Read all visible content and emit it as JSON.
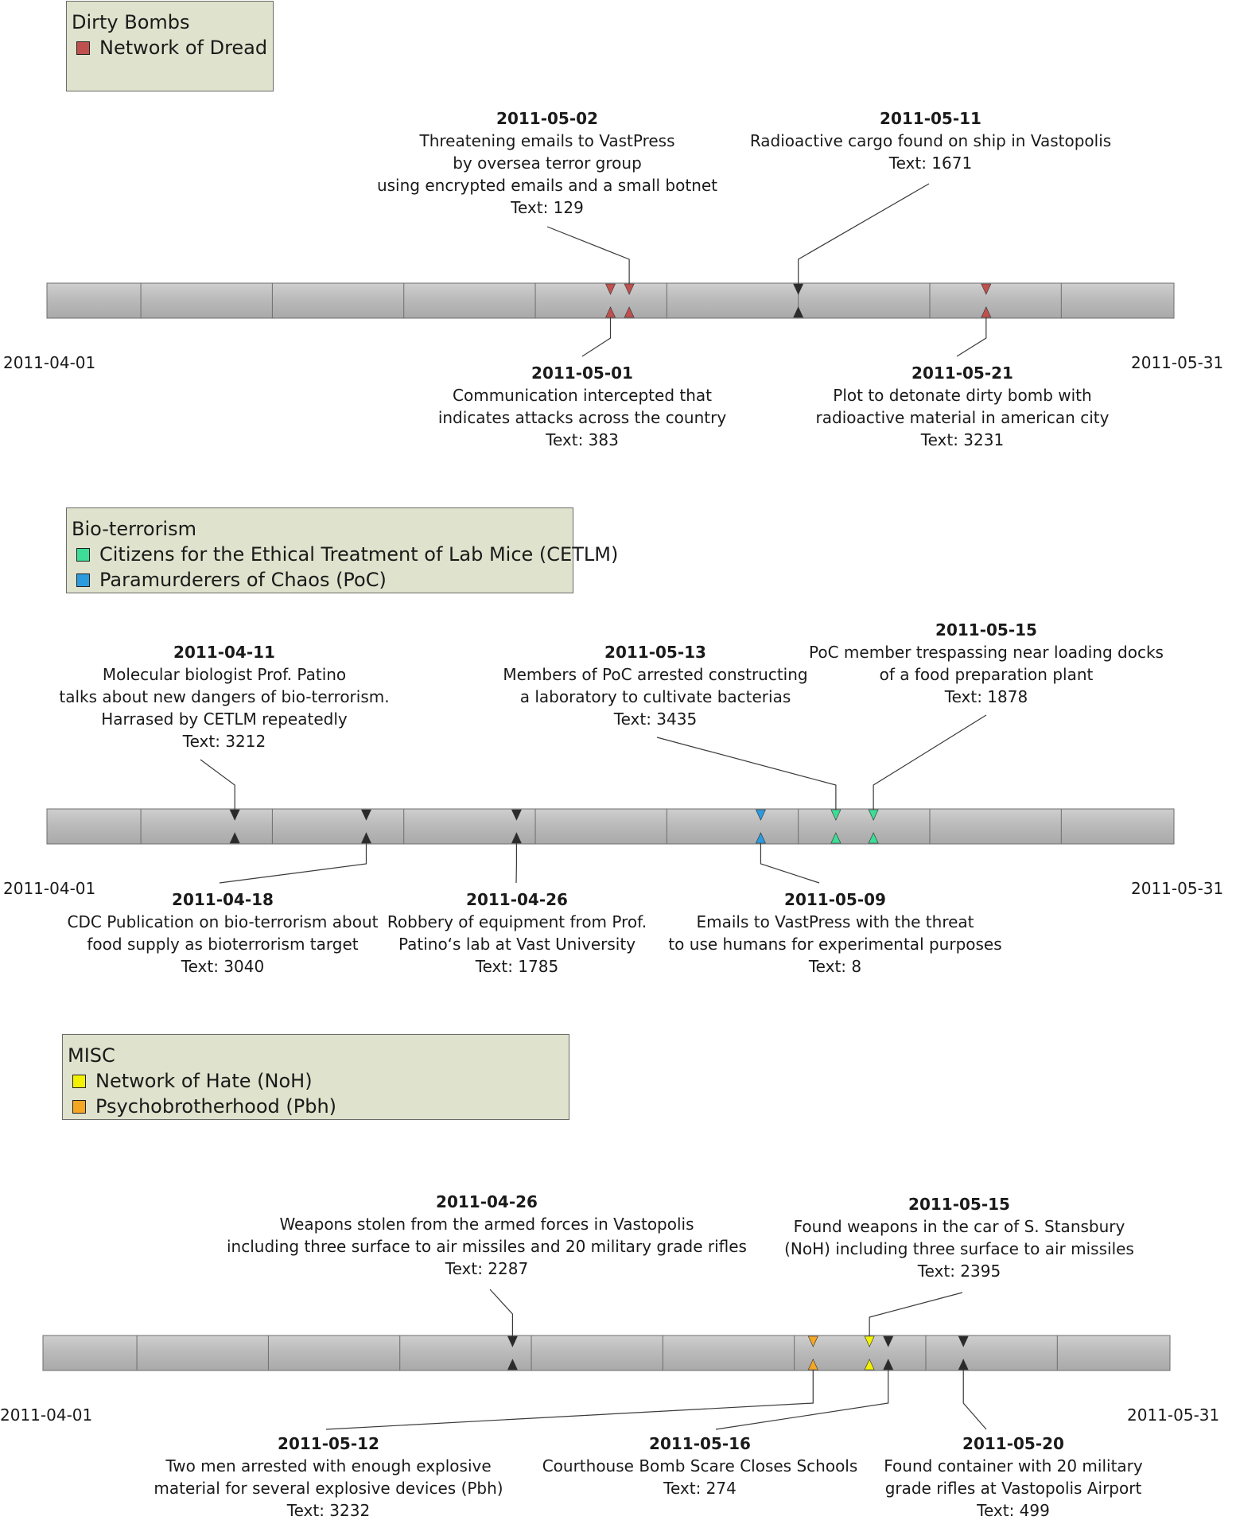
{
  "range": {
    "start_label": "2011-04-01",
    "end_label": "2011-05-31"
  },
  "colors": {
    "dirty_bomb": "#c0504d",
    "cetlm": "#3ddc97",
    "poc": "#2b9be0",
    "noh": "#f2f200",
    "pbh": "#f5a623",
    "neutral": "#2b2b2b"
  },
  "panels": [
    {
      "legend": {
        "title": "Dirty Bombs",
        "items": [
          {
            "label": "Network of Dread",
            "color": "#c0504d"
          }
        ]
      },
      "markers": [
        {
          "date": "2011-05-01",
          "color": "#c0504d"
        },
        {
          "date": "2011-05-02",
          "color": "#c0504d"
        },
        {
          "date": "2011-05-11",
          "color": "#2b2b2b"
        },
        {
          "date": "2011-05-21",
          "color": "#c0504d"
        }
      ],
      "events": [
        {
          "date": "2011-05-02",
          "lines": [
            "Threatening emails to VastPress",
            "by oversea terror group",
            "using encrypted emails and a small botnet",
            "Text: 129"
          ]
        },
        {
          "date": "2011-05-11",
          "lines": [
            "Radioactive cargo found on ship in Vastopolis",
            "Text: 1671"
          ]
        },
        {
          "date": "2011-05-01",
          "lines": [
            "Communication intercepted that",
            "indicates attacks across the country",
            "Text: 383"
          ]
        },
        {
          "date": "2011-05-21",
          "lines": [
            "Plot to detonate dirty bomb with",
            "radioactive material in american city",
            "Text: 3231"
          ]
        }
      ]
    },
    {
      "legend": {
        "title": "Bio-terrorism",
        "items": [
          {
            "label": "Citizens for the Ethical Treatment of Lab Mice (CETLM)",
            "color": "#3ddc97"
          },
          {
            "label": "Paramurderers of Chaos (PoC)",
            "color": "#2b9be0"
          }
        ]
      },
      "markers": [
        {
          "date": "2011-04-11",
          "color": "#2b2b2b"
        },
        {
          "date": "2011-04-18",
          "color": "#2b2b2b"
        },
        {
          "date": "2011-04-26",
          "color": "#2b2b2b"
        },
        {
          "date": "2011-05-09",
          "color": "#2b9be0"
        },
        {
          "date": "2011-05-13",
          "color": "#3ddc97"
        },
        {
          "date": "2011-05-15",
          "color": "#3ddc97"
        }
      ],
      "events": [
        {
          "date": "2011-04-11",
          "lines": [
            "Molecular biologist Prof. Patino",
            "talks about new dangers of bio-terrorism.",
            "Harrased by CETLM repeatedly",
            "Text: 3212"
          ]
        },
        {
          "date": "2011-05-13",
          "lines": [
            "Members of PoC arrested constructing",
            "a laboratory to cultivate bacterias",
            "Text: 3435"
          ]
        },
        {
          "date": "2011-05-15",
          "lines": [
            "PoC member trespassing near loading docks",
            "of a food preparation plant",
            "Text: 1878"
          ]
        },
        {
          "date": "2011-04-18",
          "lines": [
            "CDC Publication on bio-terrorism about",
            "food supply as bioterrorism target",
            "Text: 3040"
          ]
        },
        {
          "date": "2011-04-26",
          "lines": [
            "Robbery of equipment from Prof.",
            "Patino‘s lab at Vast University",
            "Text: 1785"
          ]
        },
        {
          "date": "2011-05-09",
          "lines": [
            "Emails to VastPress with the threat",
            "to use humans for experimental purposes",
            "Text: 8"
          ]
        }
      ]
    },
    {
      "legend": {
        "title": "MISC",
        "items": [
          {
            "label": "Network of Hate (NoH)",
            "color": "#f2f200"
          },
          {
            "label": "Psychobrotherhood (Pbh)",
            "color": "#f5a623"
          }
        ]
      },
      "markers": [
        {
          "date": "2011-04-26",
          "color": "#2b2b2b"
        },
        {
          "date": "2011-05-12",
          "color": "#f5a623"
        },
        {
          "date": "2011-05-15",
          "color": "#f2f200"
        },
        {
          "date": "2011-05-16",
          "color": "#2b2b2b"
        },
        {
          "date": "2011-05-20",
          "color": "#2b2b2b"
        }
      ],
      "events": [
        {
          "date": "2011-04-26",
          "lines": [
            "Weapons stolen from the armed forces in Vastopolis",
            "including three surface to air missiles and 20 military grade rifles",
            "Text: 2287"
          ]
        },
        {
          "date": "2011-05-15",
          "lines": [
            "Found weapons in the car of S. Stansbury",
            "(NoH) including three surface to air missiles",
            "Text: 2395"
          ]
        },
        {
          "date": "2011-05-12",
          "lines": [
            "Two men arrested with enough explosive",
            "material for several explosive devices (Pbh)",
            "Text: 3232"
          ]
        },
        {
          "date": "2011-05-16",
          "lines": [
            "Courthouse Bomb Scare Closes Schools",
            "Text: 274"
          ]
        },
        {
          "date": "2011-05-20",
          "lines": [
            "Found container with 20 military",
            "grade rifles at Vastopolis Airport",
            "Text: 499"
          ]
        }
      ]
    }
  ]
}
